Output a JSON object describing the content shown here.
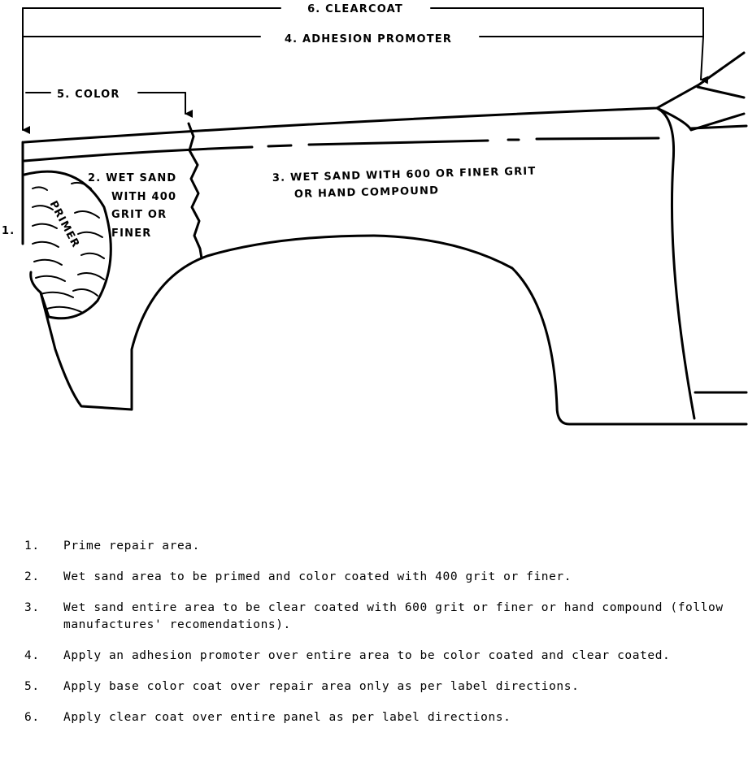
{
  "labels": {
    "clearcoat": "6. CLEARCOAT",
    "adhesion": "4. ADHESION PROMOTER",
    "color": "5. COLOR",
    "wet_sand_400": [
      "2. WET SAND",
      "WITH 400",
      "GRIT OR",
      "FINER"
    ],
    "wet_sand_600": [
      "3. WET SAND WITH 600 OR FINER GRIT",
      "OR HAND COMPOUND"
    ],
    "primer": "PRIMER",
    "one": "1."
  },
  "steps": [
    {
      "num": "1.",
      "text": "Prime repair area."
    },
    {
      "num": "2.",
      "text": "Wet sand area to be primed and color coated with 400 grit or finer."
    },
    {
      "num": "3.",
      "text": "Wet sand entire area to be clear coated with 600 grit or finer or hand compound (follow manufactures' recomendations)."
    },
    {
      "num": "4.",
      "text": "Apply an adhesion promoter over entire area to be color coated and clear coated."
    },
    {
      "num": "5.",
      "text": "Apply base color coat over repair area only as per label directions."
    },
    {
      "num": "6.",
      "text": "Apply clear coat over entire panel as per label directions."
    }
  ]
}
